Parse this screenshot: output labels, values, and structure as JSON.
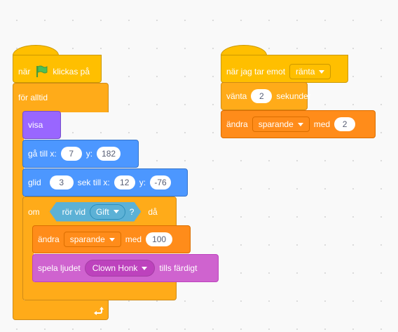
{
  "script1": {
    "hat": {
      "prefix": "när",
      "icon": "green-flag-icon",
      "suffix": "klickas på"
    },
    "forever": {
      "label": "för alltid",
      "icon": "loop-arrow-icon"
    },
    "looks_show": {
      "label": "visa"
    },
    "goto": {
      "label": "gå till x:",
      "x": "7",
      "y_label": "y:",
      "y": "182"
    },
    "glide": {
      "label": "glid",
      "secs": "3",
      "mid": "sek till x:",
      "x": "12",
      "y_label": "y:",
      "y": "-76"
    },
    "if": {
      "label": "om",
      "then": "då"
    },
    "touching": {
      "label": "rör vid",
      "target": "Gift",
      "q": "?"
    },
    "change_var": {
      "label": "ändra",
      "var": "sparande",
      "with": "med",
      "value": "100"
    },
    "play_sound": {
      "label": "spela ljudet",
      "sound": "Clown Honk",
      "suffix": "tills färdigt"
    }
  },
  "script2": {
    "hat": {
      "label": "när jag tar emot",
      "message": "ränta"
    },
    "wait": {
      "label": "vänta",
      "value": "2",
      "unit": "sekunder"
    },
    "change_var": {
      "label": "ändra",
      "var": "sparande",
      "with": "med",
      "value": "2"
    }
  },
  "colors": {
    "events": "#ffbf00",
    "control": "#ffab19",
    "looks": "#9966ff",
    "motion": "#4c97ff",
    "variables": "#ff8c1a",
    "sound": "#cf63cf",
    "sensing": "#5cb1d6"
  }
}
